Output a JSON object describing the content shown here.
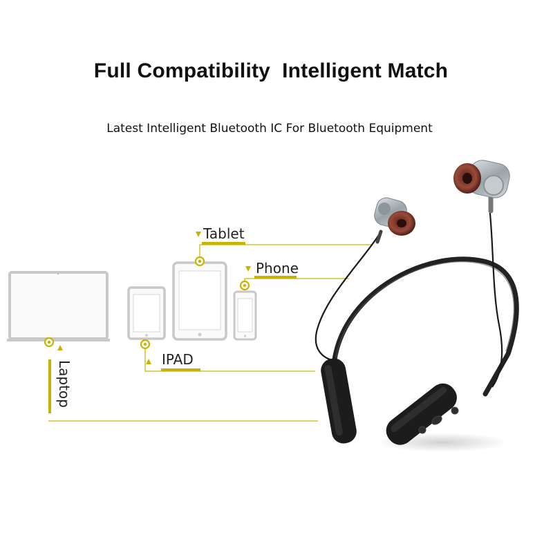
{
  "header": {
    "title": "Full Compatibility  Intelligent Match",
    "subtitle": "Latest Intelligent Bluetooth IC For Bluetooth Equipment"
  },
  "devices": {
    "tablet_label": "Tablet",
    "phone_label": "Phone",
    "ipad_label": "IPAD",
    "laptop_label": "Laptop"
  },
  "colors": {
    "accent": "#c8b400",
    "device_frame": "#c8c8c8",
    "headset": "#1e1e1e",
    "earbud_tip": "#7a3a2e"
  }
}
